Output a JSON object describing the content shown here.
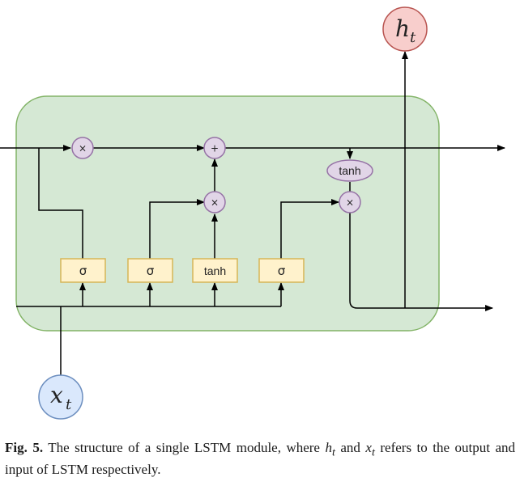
{
  "diagram": {
    "output_symbol": "h",
    "output_subscript": "t",
    "input_symbol": "x",
    "input_subscript": "t",
    "ops": {
      "multiply_forget": "×",
      "add": "+",
      "multiply_input": "×",
      "multiply_output": "×",
      "tanh_cell": "tanh"
    },
    "gates": {
      "forget": "σ",
      "input": "σ",
      "candidate": "tanh",
      "output": "σ"
    },
    "colors": {
      "module_fill": "#d5e8d4",
      "module_stroke": "#82b366",
      "gate_fill": "#fff2cc",
      "gate_stroke": "#d6b656",
      "op_fill": "#e1d5e7",
      "op_stroke": "#9673a6",
      "output_fill": "#f8cecc",
      "output_stroke": "#b85450",
      "input_fill": "#dae8fc",
      "input_stroke": "#6c8ebf"
    }
  },
  "caption": {
    "label": "Fig. 5.",
    "text_1": " The structure of a single LSTM module, where ",
    "h": "h",
    "t1": "t",
    "and": " and ",
    "x": "x",
    "t2": "t",
    "text_2": " refers to the output and input of LSTM respectively."
  }
}
